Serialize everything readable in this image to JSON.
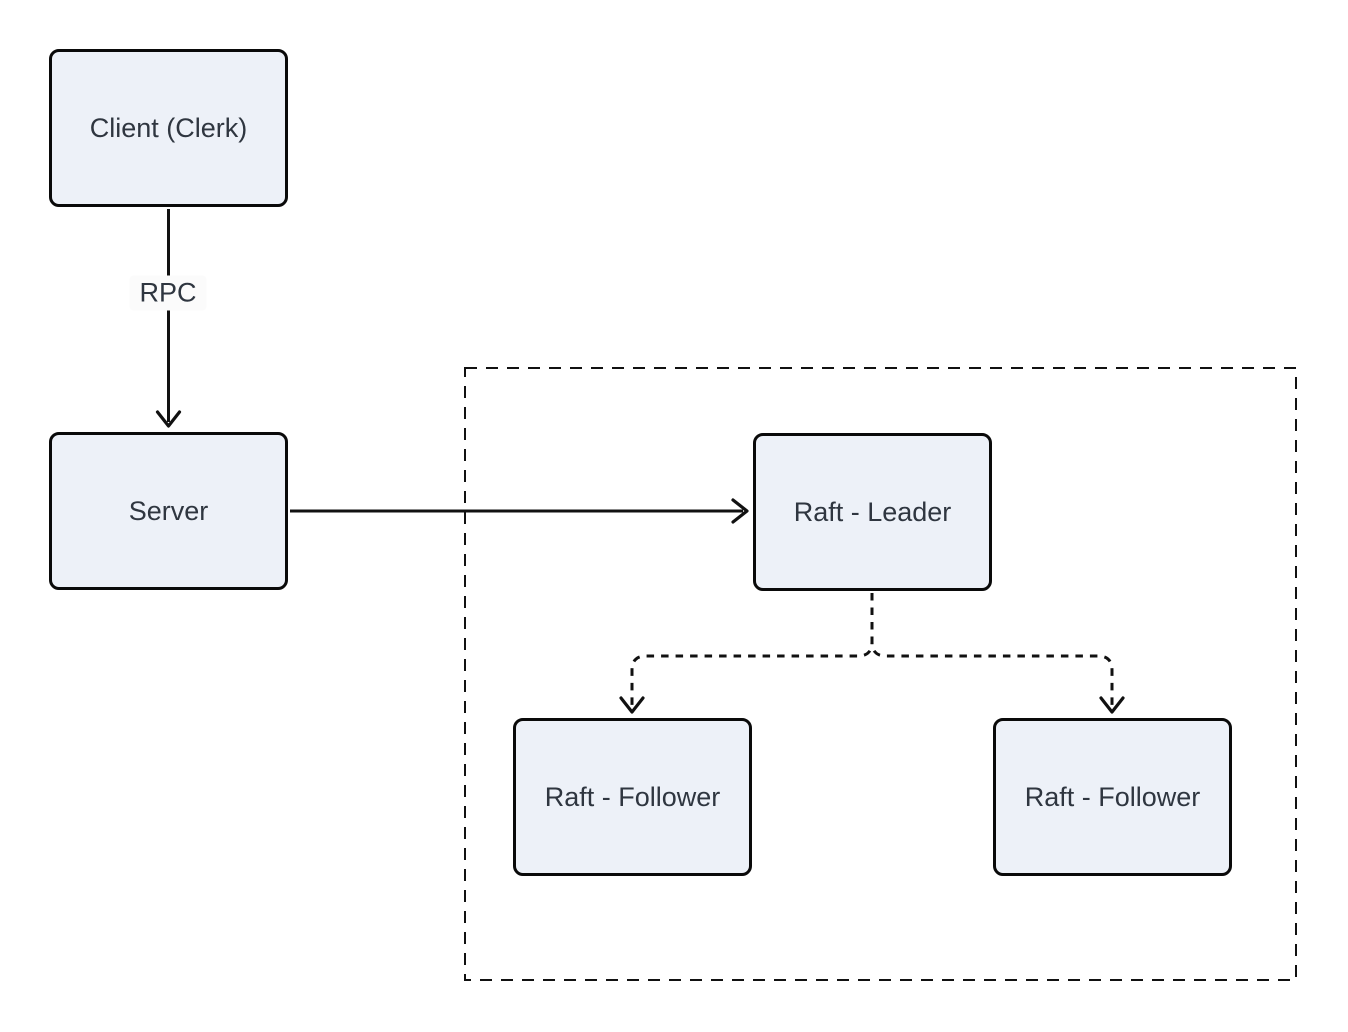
{
  "diagram": {
    "nodes": {
      "client": {
        "label": "Client (Clerk)"
      },
      "server": {
        "label": "Server"
      },
      "leader": {
        "label": "Raft - Leader"
      },
      "follower1": {
        "label": "Raft - Follower"
      },
      "follower2": {
        "label": "Raft - Follower"
      }
    },
    "edges": {
      "client_server_label": "RPC"
    },
    "colors": {
      "node_fill": "#edf1f8",
      "node_border": "#0a0a0a",
      "text": "#2f3640",
      "line": "#111111"
    }
  }
}
